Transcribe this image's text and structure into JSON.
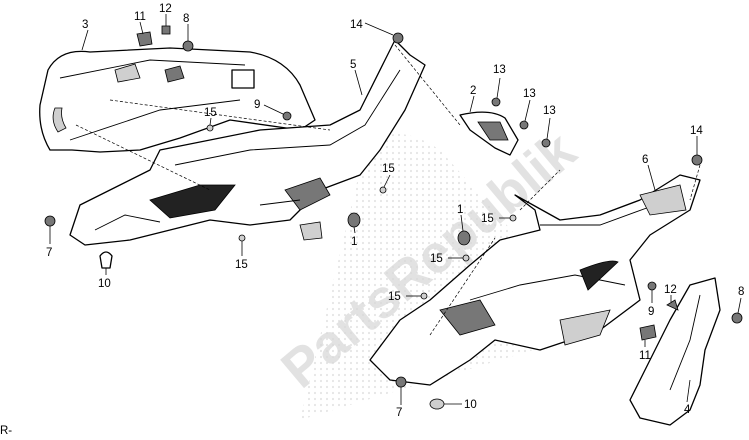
{
  "watermark": {
    "text": "PartsRepublik"
  },
  "corner_mark": "R-",
  "callouts": {
    "c1a": "1",
    "c1b": "1",
    "c2": "2",
    "c3": "3",
    "c4": "4",
    "c5": "5",
    "c6": "6",
    "c7a": "7",
    "c7b": "7",
    "c8a": "8",
    "c8b": "8",
    "c9a": "9",
    "c9b": "9",
    "c10a": "10",
    "c10b": "10",
    "c11a": "11",
    "c11b": "11",
    "c12a": "12",
    "c12b": "12",
    "c13a": "13",
    "c13b": "13",
    "c13c": "13",
    "c14a": "14",
    "c14b": "14",
    "c15a": "15",
    "c15b": "15",
    "c15c": "15",
    "c15d": "15",
    "c15e": "15"
  }
}
